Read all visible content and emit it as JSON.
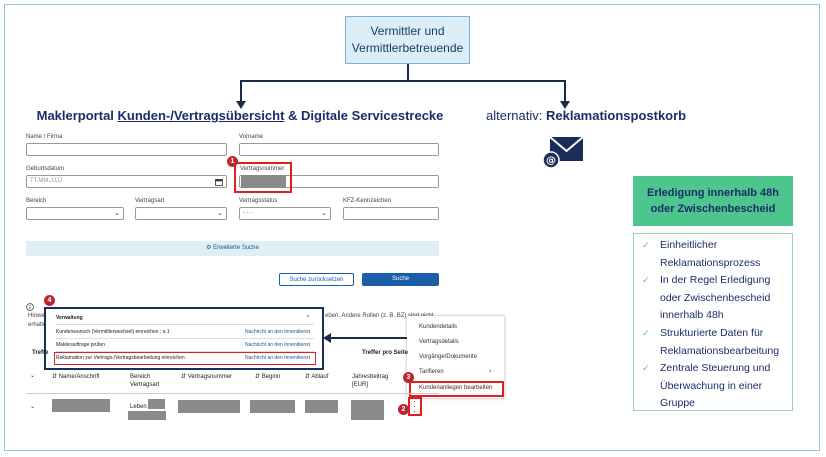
{
  "top_box": {
    "line1": "Vermittler und",
    "line2": "Vermittlerbetreuende"
  },
  "portal_title": {
    "part1": "Maklerportal ",
    "part2": "Kunden-/Vertragsübersicht",
    "part3": " & Digitale Servicestrecke"
  },
  "alt_title": {
    "prefix": "alternativ: ",
    "bold": "Reklamationspostkorb"
  },
  "form": {
    "name_label": "Name / Firma",
    "vorname_label": "Vorname",
    "geburtsdatum_label": "Geburtsdatum",
    "geburtsdatum_placeholder": "TT.MM.JJJJ",
    "vertragsnummer_label": "Vertragsnummer",
    "bereich_label": "Bereich",
    "vertragsart_label": "Vertragsart",
    "vertragsstatus_label": "Vertragsstatus",
    "vertragsstatus_value": "- - -",
    "kfz_label": "KFZ-Kennzeichen",
    "erweiterte_suche": "Erweiterte Suche",
    "reset_button": "Suche zurücksetzen",
    "search_button": "Suche"
  },
  "badges": [
    "1",
    "2",
    "3",
    "4"
  ],
  "hint": {
    "prefix": "Hinwe",
    "prefix2": "erhalte",
    "fragment": "eben. Andere Rollen (z. B. BZ) sind nicht"
  },
  "verwaltung": {
    "title": "Verwaltung",
    "rows": [
      {
        "left": "Kundenwunsch (Vermittlerwechsel) einreichen ; a 1",
        "right": "Nachricht an den Innendienst"
      },
      {
        "left": "Maklerauftrage prüfen",
        "right": "Nachricht an den Innendienst"
      },
      {
        "left": "Reklamation zur Vertrags-/Vertragsbearbeitung einreichen",
        "right": "Nachricht an den Innendienst"
      }
    ]
  },
  "context_menu": {
    "items": [
      "Kundendetails",
      "Vertragsdetails",
      "Vorgänge/Dokumente",
      "Tarifieren",
      "Kundenanliegen bearbeiten"
    ]
  },
  "table": {
    "treffer_left": "Treffe",
    "treffer_pro_seite": "Treffer pro Seite",
    "headers": [
      "Name/Anschrift",
      "Bereich",
      "Vertragsart",
      "Vertragsnummer",
      "Beginn",
      "Ablauf",
      "Jahresbeitrag",
      "[EUR]"
    ],
    "row_bereich": "Leben"
  },
  "green": {
    "head_line1": "Erledigung innerhalb 48h",
    "head_line2": "oder Zwischenbescheid",
    "items": [
      [
        "Einheitlicher",
        "Reklamationsprozess"
      ],
      [
        "In der Regel Erledigung",
        "oder Zwischenbescheid",
        "innerhalb 48h"
      ],
      [
        "Strukturierte Daten für",
        "Reklamationsbearbeitung"
      ],
      [
        "Zentrale Steuerung und",
        "Überwachung in einer",
        "Gruppe"
      ]
    ]
  },
  "icons": {
    "mail": "mail-at-icon",
    "check": "check-icon",
    "chevron": "chevron-down-icon"
  },
  "colors": {
    "navy": "#1c2c6b",
    "green": "#4cc68c",
    "red": "#e02020",
    "blue": "#1a5ea8"
  }
}
